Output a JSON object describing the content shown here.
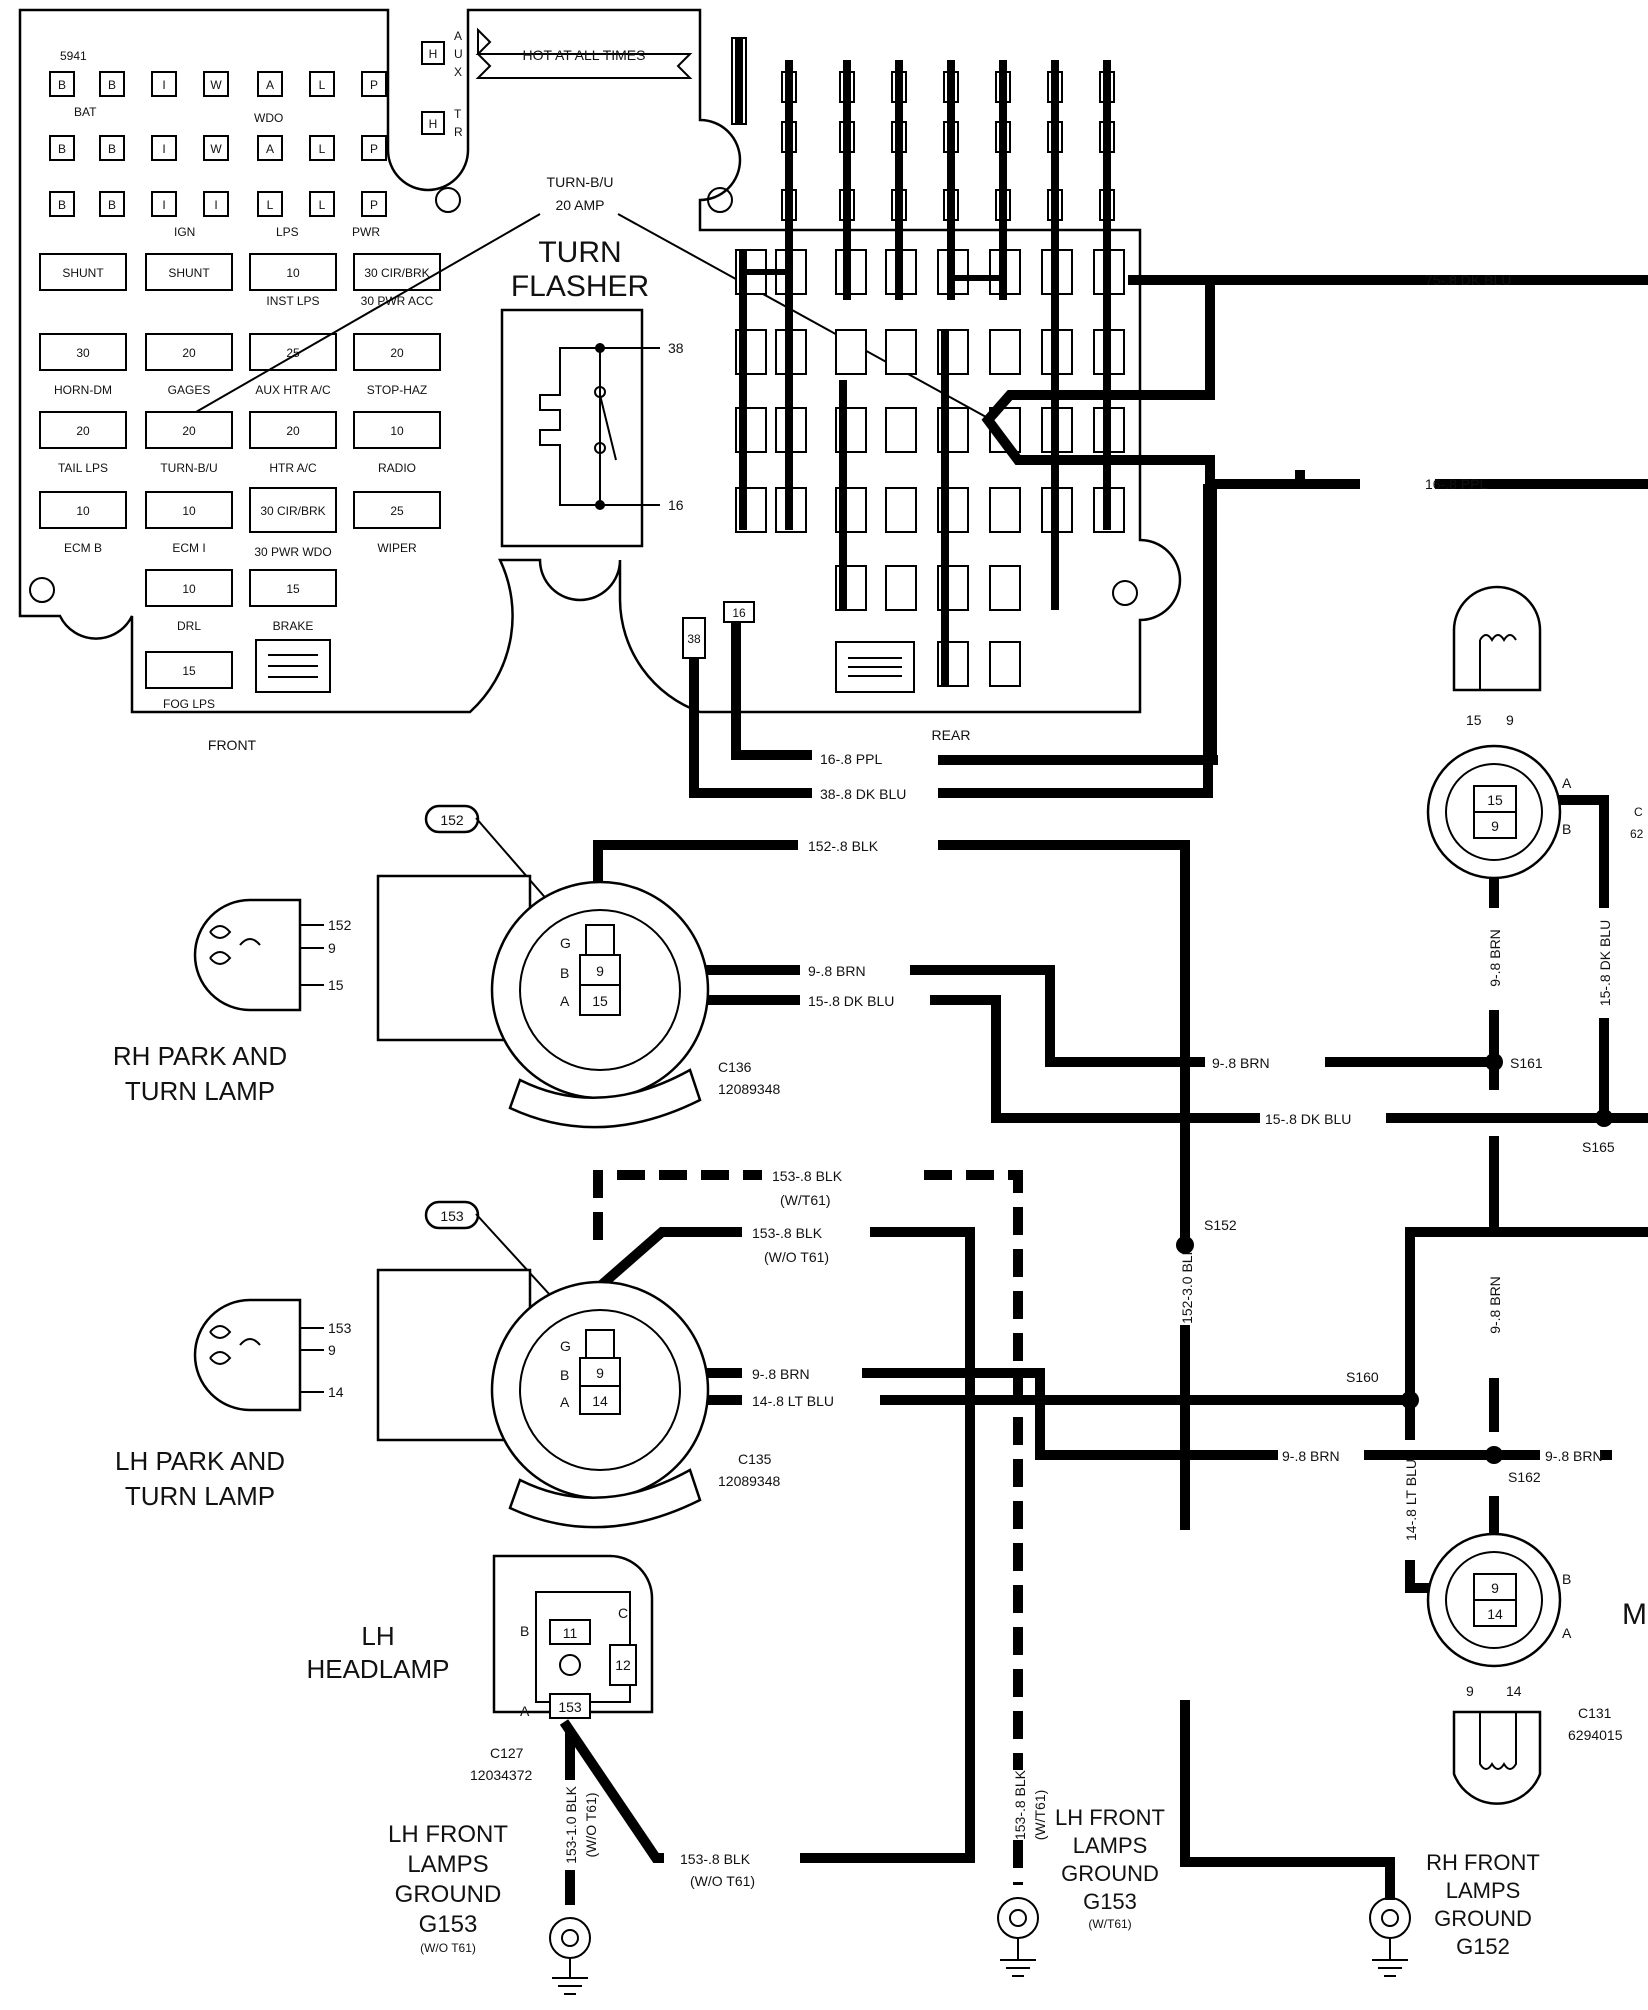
{
  "fuse_block": {
    "part_number": "5941",
    "hot_label": "HOT AT ALL TIMES",
    "side_labels": [
      "H",
      "A",
      "U",
      "X",
      "H",
      "T",
      "R"
    ],
    "front_label": "FRONT",
    "rear_label": "REAR",
    "top_row_letters": [
      "B",
      "B",
      "I",
      "W",
      "A",
      "L",
      "P"
    ],
    "bat_label": "BAT",
    "wdo_label": "WDO",
    "ign_label": "IGN",
    "lps_label": "LPS",
    "pwr_label": "PWR",
    "fuses": [
      {
        "value": "SHUNT",
        "label": ""
      },
      {
        "value": "SHUNT",
        "label": ""
      },
      {
        "value": "10",
        "label": "INST LPS"
      },
      {
        "value": "30 CIR/BRK",
        "label": "30 PWR ACC"
      },
      {
        "value": "30",
        "label": "HORN-DM"
      },
      {
        "value": "20",
        "label": "GAGES"
      },
      {
        "value": "25",
        "label": "AUX HTR A/C"
      },
      {
        "value": "20",
        "label": "STOP-HAZ"
      },
      {
        "value": "20",
        "label": "TAIL LPS"
      },
      {
        "value": "20",
        "label": "TURN-B/U"
      },
      {
        "value": "20",
        "label": "HTR A/C"
      },
      {
        "value": "10",
        "label": "RADIO"
      },
      {
        "value": "10",
        "label": "ECM B"
      },
      {
        "value": "10",
        "label": "ECM I"
      },
      {
        "value": "30 CIR/BRK",
        "label": "30 PWR WDO"
      },
      {
        "value": "25",
        "label": "WIPER"
      },
      {
        "value": "10",
        "label": "DRL"
      },
      {
        "value": "15",
        "label": "BRAKE"
      },
      {
        "value": "15",
        "label": "FOG LPS"
      }
    ],
    "turn_bu_callout": "TURN-B/U",
    "turn_bu_amp": "20 AMP",
    "flasher_title_1": "TURN",
    "flasher_title_2": "FLASHER",
    "flasher_pins": [
      "38",
      "16"
    ],
    "rear_tags": [
      "38",
      "16"
    ]
  },
  "wires": {
    "w75": "75-.8 DK BLU",
    "w16_top": "16-.8 PPL",
    "w16_bottom": "16-.8 PPL",
    "w38": "38-.8 DK BLU",
    "w152": "152-.8 BLK",
    "w9_rh": "9-.8 BRN",
    "w15_rh": "15-.8 DK BLU",
    "w9_mid": "9-.8 BRN",
    "w15_mid": "15-.8 DK BLU",
    "w153_wt61": "153-.8 BLK",
    "w153_wt61_note": "(W/T61)",
    "w153_wot61": "153-.8 BLK",
    "w153_wot61_note": "(W/O T61)",
    "w9_lh": "9-.8 BRN",
    "w14_lh": "14-.8 LT BLU",
    "w9_low": "9-.8 BRN",
    "w9_right": "9-.8 BRN",
    "w152_30": "152-3.0 BLK",
    "w153_vert": "153-.8 BLK",
    "w153_vert_note": "(W/T61)",
    "w153_10": "153-1.0 BLK",
    "w153_10_note": "(W/O T61)",
    "w153_bottom": "153-.8 BLK",
    "w153_bottom_note": "(W/O T61)",
    "w9_vert_top": "9-.8 BRN",
    "w15_vert": "15-.8 DK BLU",
    "w9_vert_mid": "9-.8 BRN",
    "w14_vert": "14-.8 LT BLU"
  },
  "splices": {
    "s161": "S161",
    "s165": "S165",
    "s152": "S152",
    "s160": "S160",
    "s162": "S162"
  },
  "rh_park": {
    "callout": "152",
    "title_1": "RH PARK AND",
    "title_2": "TURN LAMP",
    "bulb_pins": [
      "152",
      "9",
      "15"
    ],
    "cavities": [
      "G",
      "B",
      "A"
    ],
    "pins": [
      "9",
      "15"
    ],
    "connector": "C136",
    "part": "12089348"
  },
  "lh_park": {
    "callout": "153",
    "title_1": "LH PARK AND",
    "title_2": "TURN LAMP",
    "bulb_pins": [
      "153",
      "9",
      "14"
    ],
    "cavities": [
      "G",
      "B",
      "A"
    ],
    "pins": [
      "9",
      "14"
    ],
    "connector": "C135",
    "part": "12089348"
  },
  "lh_headlamp": {
    "title_1": "LH",
    "title_2": "HEADLAMP",
    "cavities": [
      "B",
      "C",
      "A"
    ],
    "pins": [
      "11",
      "12",
      "153"
    ],
    "connector": "C127",
    "part": "12034372"
  },
  "grounds": {
    "g153_wot61": [
      "LH FRONT",
      "LAMPS",
      "GROUND",
      "G153",
      "(W/O T61)"
    ],
    "g153_wt61": [
      "LH FRONT",
      "LAMPS",
      "GROUND",
      "G153",
      "(W/T61)"
    ],
    "g152": [
      "RH FRONT",
      "LAMPS",
      "GROUND",
      "G152"
    ]
  },
  "rh_side_top": {
    "bulb_pins": [
      "15",
      "9"
    ],
    "pins": [
      "15",
      "9"
    ],
    "cavities": [
      "A",
      "B"
    ],
    "cut_label": "C",
    "cut_part": "62"
  },
  "rh_side_bottom": {
    "pins": [
      "9",
      "14"
    ],
    "cavities": [
      "B",
      "A"
    ],
    "bulb_pins": [
      "9",
      "14"
    ],
    "connector": "C131",
    "part": "6294015",
    "cut_label": "M"
  }
}
